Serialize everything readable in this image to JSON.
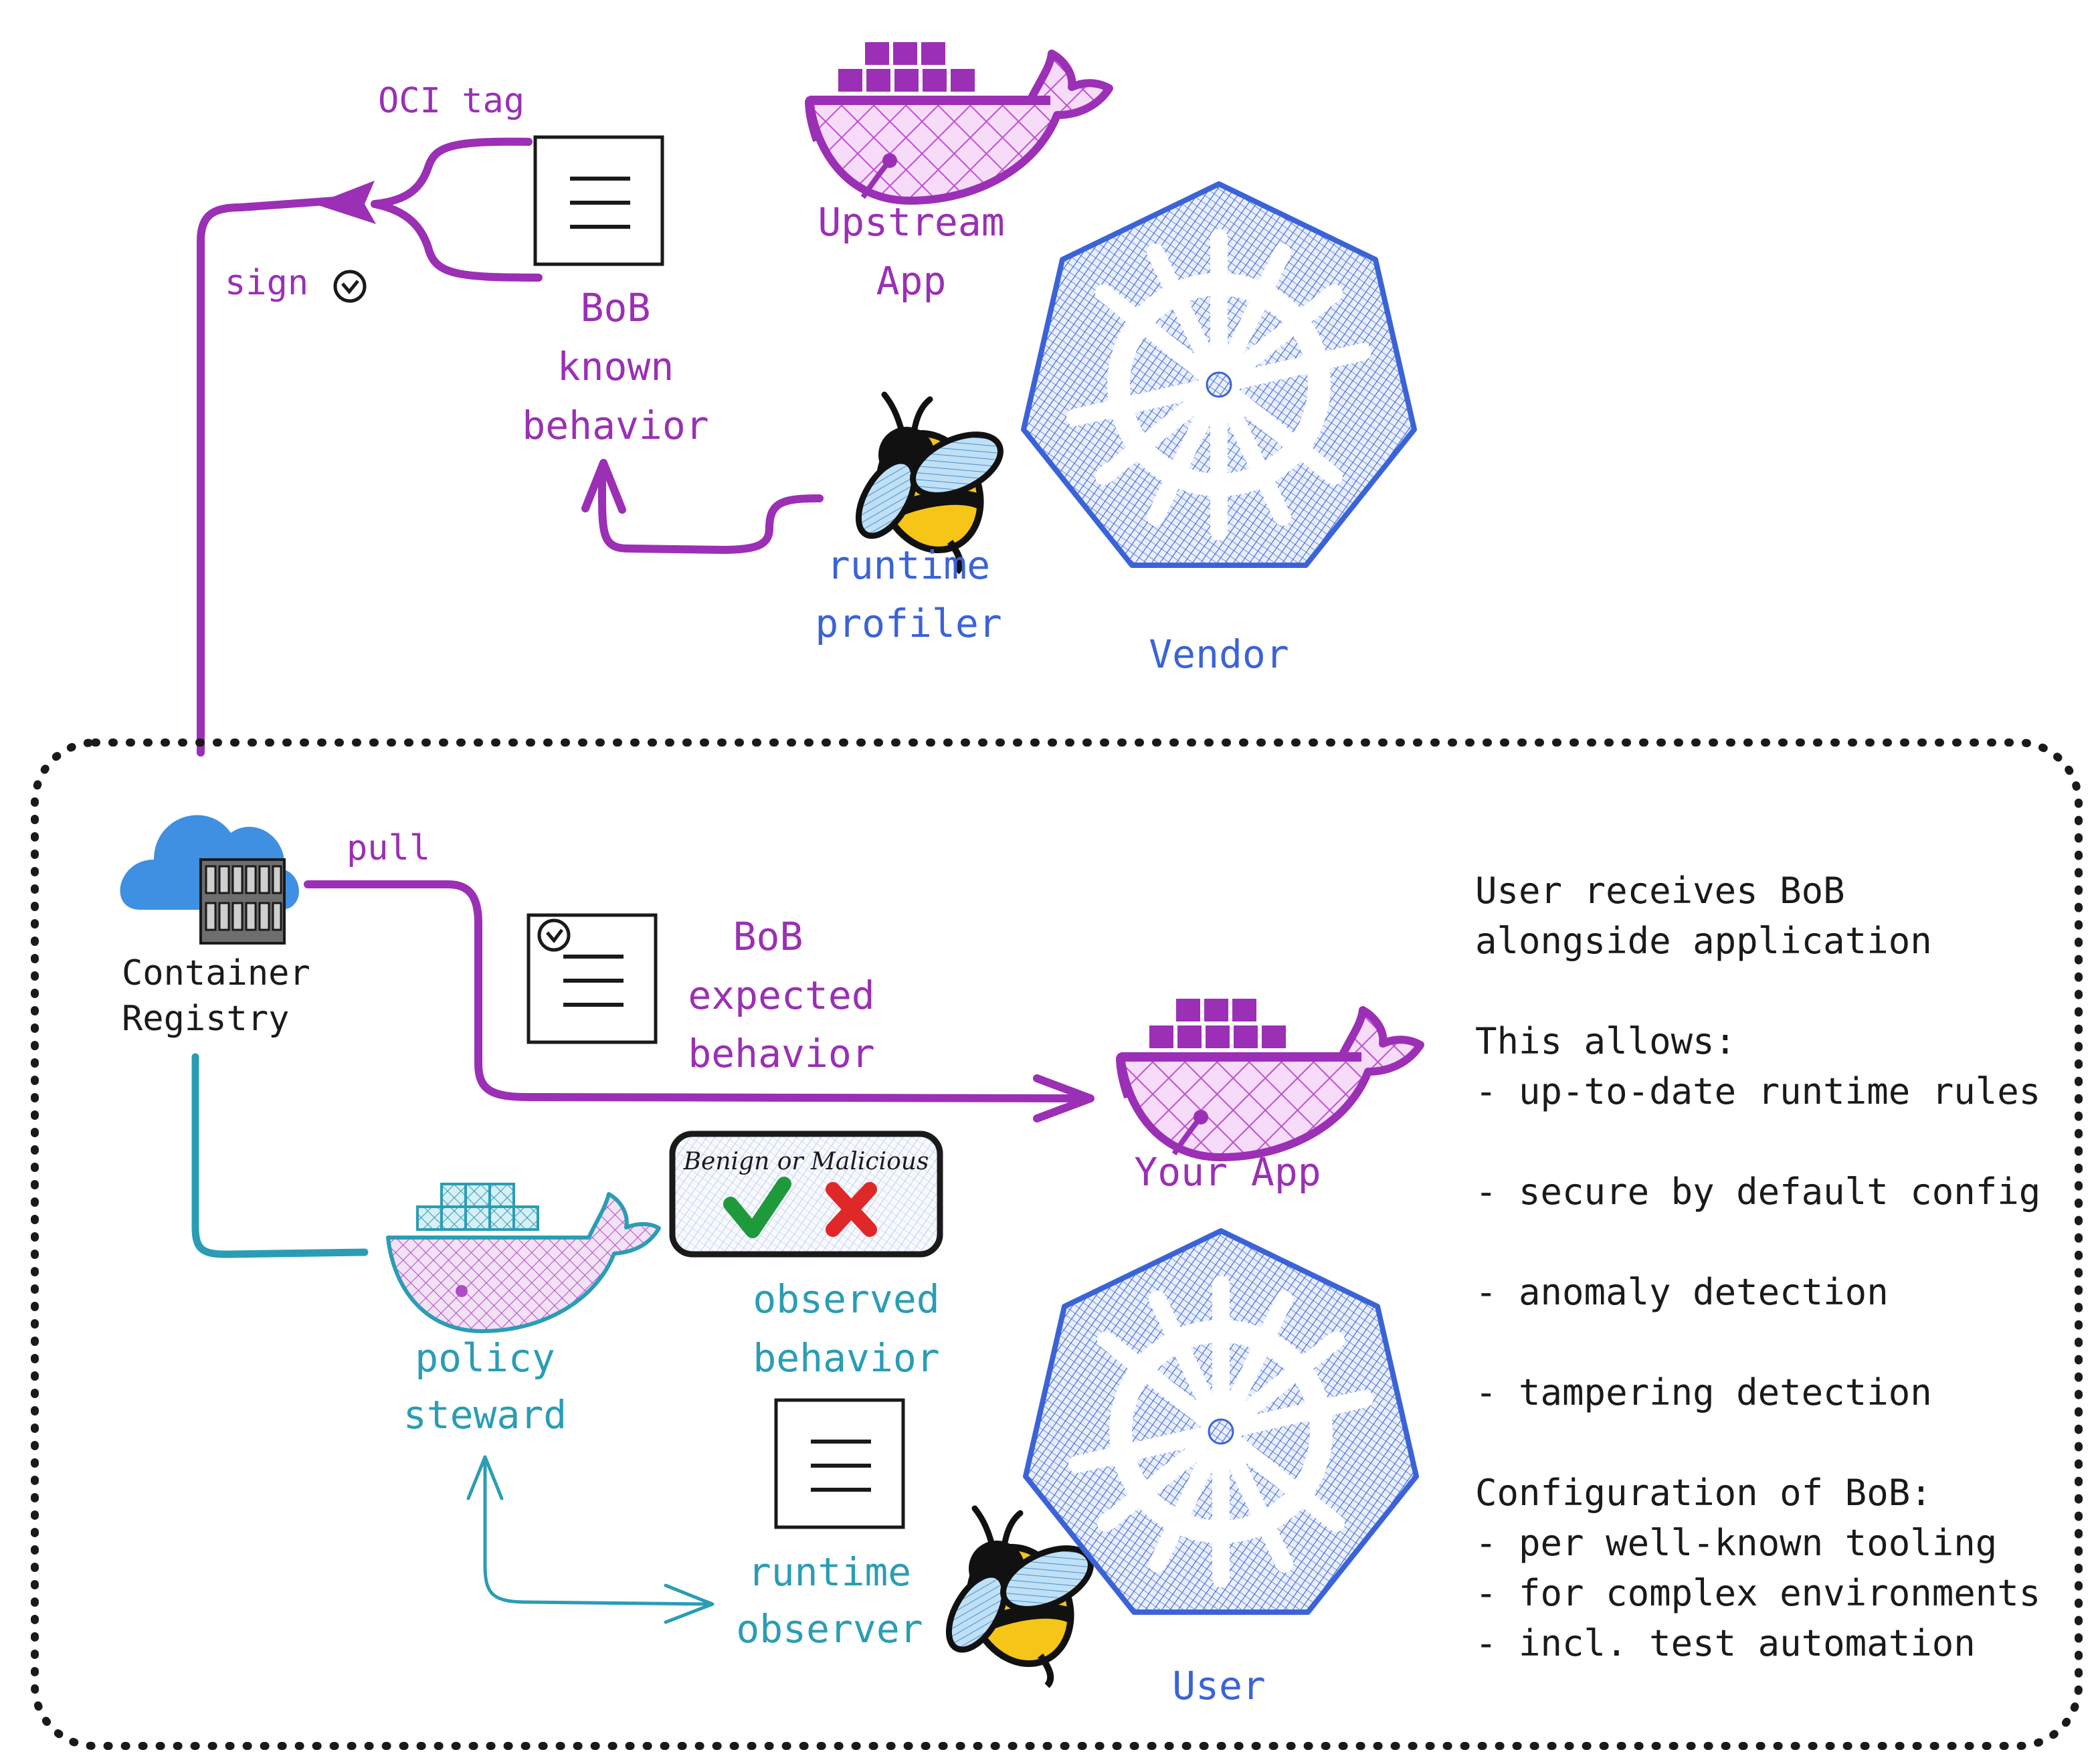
{
  "vendor_zone": {
    "oci_tag_label": "OCI tag",
    "sign_label": "sign",
    "bob_known_behavior": [
      "BoB",
      "known",
      "behavior"
    ],
    "upstream_app": [
      "Upstream",
      "App"
    ],
    "runtime_profiler": [
      "runtime",
      "profiler"
    ],
    "vendor_label": "Vendor"
  },
  "user_zone": {
    "container_registry": [
      "Container",
      "Registry"
    ],
    "pull_label": "pull",
    "bob_expected_behavior": [
      "BoB",
      "expected",
      "behavior"
    ],
    "your_app": "Your App",
    "verdict_card_title": "Benign or Malicious",
    "observed_behavior": [
      "observed",
      "behavior"
    ],
    "policy_steward": [
      "policy",
      "steward"
    ],
    "runtime_observer": [
      "runtime",
      "observer"
    ],
    "user_label": "User"
  },
  "notes": {
    "intro": [
      "User receives BoB",
      "alongside application"
    ],
    "allows_heading": "This allows:",
    "allows_items": [
      "- up-to-date runtime rules",
      "- secure by default config",
      "- anomaly detection",
      "- tampering detection"
    ],
    "config_heading": "Configuration of BoB:",
    "config_items": [
      "- per well-known tooling",
      "- for complex environments",
      "- incl. test automation"
    ]
  },
  "colors": {
    "purple": "#9b2fb5",
    "blue": "#3b63d8",
    "teal": "#2a9db5",
    "cloud_blue": "#3f8fe3"
  },
  "icons": [
    "docker-whale-icon",
    "kubernetes-helm-icon",
    "bee-icon",
    "cloud-registry-icon",
    "document-icon",
    "checkmark-icon",
    "cross-icon",
    "clock-icon"
  ]
}
